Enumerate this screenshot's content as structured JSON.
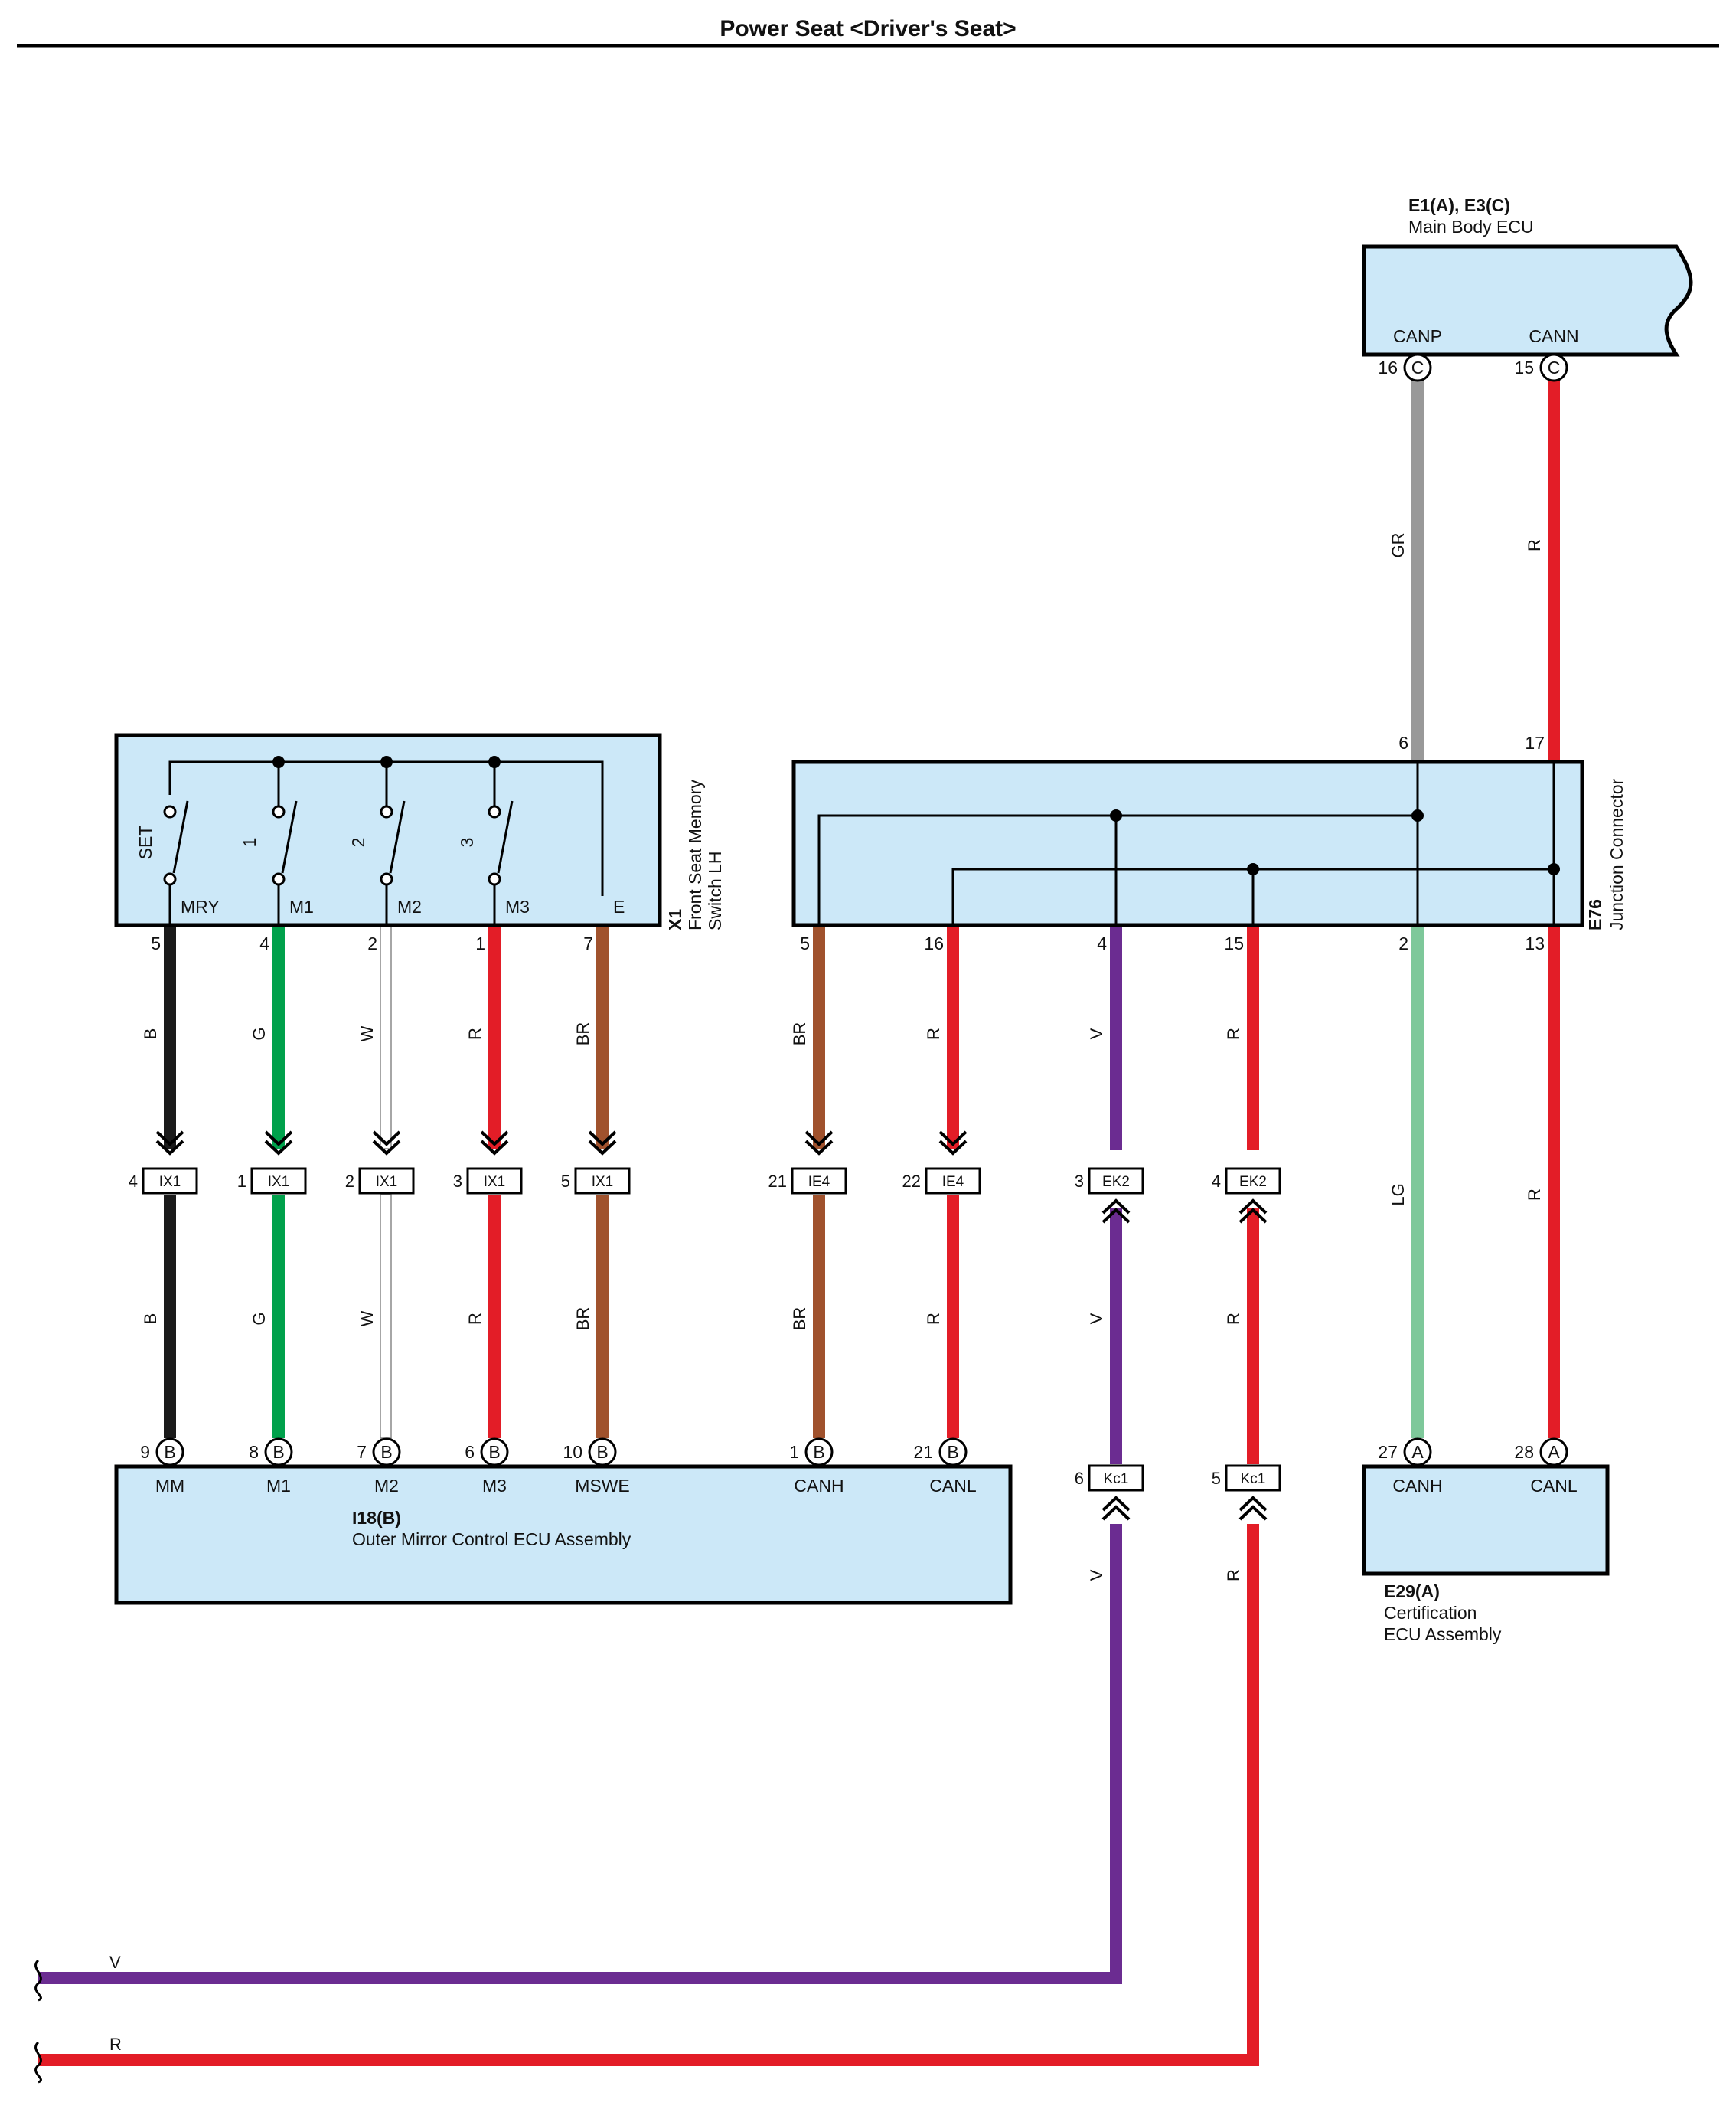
{
  "title": "Power Seat <Driver's Seat>",
  "colors": {
    "box_fill": "#cce8f8",
    "B": "#1a1a1a",
    "G": "#00a14b",
    "W": "#ffffff",
    "R": "#e31d27",
    "BR": "#a0522d",
    "V": "#6b2c91",
    "GR": "#999999",
    "LG": "#7ec89a"
  },
  "components": {
    "main_body_ecu": {
      "ref": "E1(A), E3(C)",
      "name": "Main Body ECU",
      "pins": [
        "CANP",
        "CANN"
      ]
    },
    "memory_switch": {
      "ref": "X1",
      "name_line1": "Front Seat Memory",
      "name_line2": "Switch LH",
      "switches": [
        "SET",
        "1",
        "2",
        "3"
      ],
      "pins": [
        "MRY",
        "M1",
        "M2",
        "M3",
        "E"
      ]
    },
    "junction_connector": {
      "ref": "E76",
      "name": "Junction Connector"
    },
    "outer_mirror_ecu": {
      "ref": "I18(B)",
      "name": "Outer Mirror Control ECU Assembly",
      "pins": [
        "MM",
        "M1",
        "M2",
        "M3",
        "MSWE",
        "CANH",
        "CANL"
      ]
    },
    "certification_ecu": {
      "ref": "E29(A)",
      "name_line1": "Certification",
      "name_line2": "ECU Assembly",
      "pins": [
        "CANH",
        "CANL"
      ]
    }
  },
  "pin_numbers": {
    "main_body": [
      "16",
      "15"
    ],
    "main_body_letter": "C",
    "junction_top": [
      "6",
      "17"
    ],
    "memory_bottom": [
      "5",
      "4",
      "2",
      "1",
      "7"
    ],
    "junction_bottom": [
      "5",
      "16",
      "4",
      "15",
      "2",
      "13"
    ],
    "mirror_ecu": [
      "9",
      "8",
      "7",
      "6",
      "10",
      "1",
      "21"
    ],
    "mirror_letter": "B",
    "cert_ecu": [
      "27",
      "28"
    ],
    "cert_letter": "A",
    "kc1": [
      "6",
      "5"
    ]
  },
  "wire_colors": {
    "top": [
      "GR",
      "R"
    ],
    "upper": [
      "B",
      "G",
      "W",
      "R",
      "BR",
      "BR",
      "R",
      "V",
      "R",
      "LG",
      "R"
    ],
    "lower": [
      "B",
      "G",
      "W",
      "R",
      "BR",
      "BR",
      "R",
      "V",
      "R"
    ],
    "below_kc1": [
      "V",
      "R"
    ],
    "exit": [
      "V",
      "R"
    ]
  },
  "connectors": {
    "row": [
      {
        "code": "IX1",
        "pin": "4"
      },
      {
        "code": "IX1",
        "pin": "1"
      },
      {
        "code": "IX1",
        "pin": "2"
      },
      {
        "code": "IX1",
        "pin": "3"
      },
      {
        "code": "IX1",
        "pin": "5"
      },
      {
        "code": "IE4",
        "pin": "21"
      },
      {
        "code": "IE4",
        "pin": "22"
      },
      {
        "code": "EK2",
        "pin": "3"
      },
      {
        "code": "EK2",
        "pin": "4"
      }
    ],
    "kc1": [
      {
        "code": "Kc1",
        "pin": "6"
      },
      {
        "code": "Kc1",
        "pin": "5"
      }
    ]
  }
}
